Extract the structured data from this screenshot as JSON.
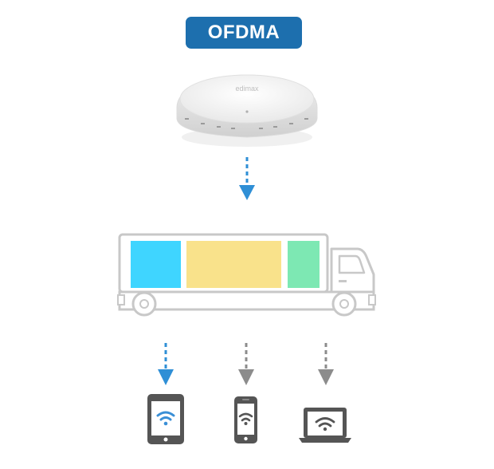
{
  "diagram": {
    "title": "OFDMA",
    "device_brand": "edimax",
    "nodes": [
      {
        "id": "access-point",
        "icon": "ceiling-access-point"
      },
      {
        "id": "truck",
        "icon": "truck-with-cargo"
      },
      {
        "id": "tablet",
        "icon": "tablet-wifi-icon"
      },
      {
        "id": "phone",
        "icon": "phone-wifi-icon"
      },
      {
        "id": "laptop",
        "icon": "laptop-wifi-icon"
      }
    ],
    "cargo_colors": [
      "#3fd5ff",
      "#f9e28b",
      "#7de8b3"
    ],
    "colors": {
      "accent": "#1d6fae",
      "arrow_active": "#2f8fd6",
      "arrow_inactive": "#8c8c8c",
      "outline": "#c8c8c8",
      "device_dark": "#555555",
      "wifi_blue": "#3a8fd6"
    }
  }
}
